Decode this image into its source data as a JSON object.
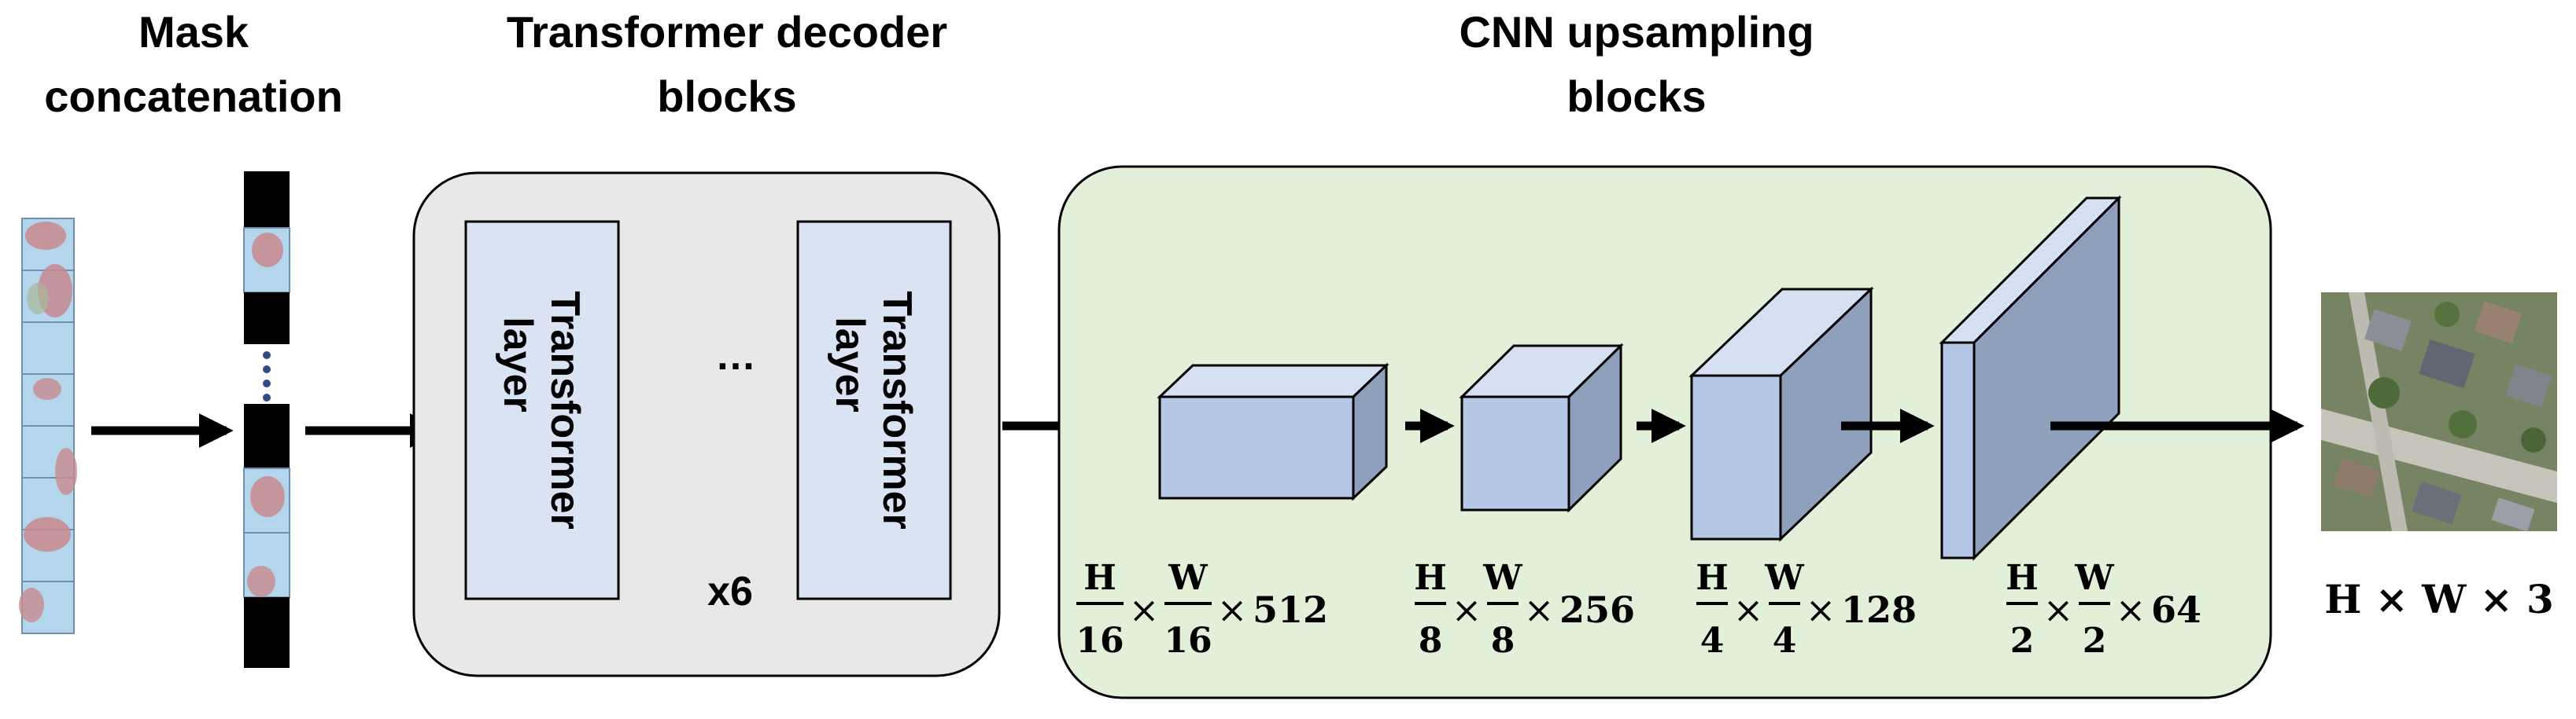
{
  "titles": {
    "mask_line1": "Mask",
    "mask_line2": "concatenation",
    "decoder_line1": "Transformer decoder",
    "decoder_line2": "blocks",
    "cnn_line1": "CNN upsampling",
    "cnn_line2": "blocks"
  },
  "decoder": {
    "layer_line1": "Transformer",
    "layer_line2": "layer",
    "ellipsis": "…",
    "repeat": "x6"
  },
  "upsampling": [
    {
      "h_num": "H",
      "h_den": "16",
      "w_num": "W",
      "w_den": "16",
      "channels": "512"
    },
    {
      "h_num": "H",
      "h_den": "8",
      "w_num": "W",
      "w_den": "8",
      "channels": "256"
    },
    {
      "h_num": "H",
      "h_den": "4",
      "w_num": "W",
      "w_den": "4",
      "channels": "128"
    },
    {
      "h_num": "H",
      "h_den": "2",
      "w_num": "W",
      "w_den": "2",
      "channels": "64"
    }
  ],
  "output_label": "H × W × 3",
  "colors": {
    "decoder_panel": "#e8e8e8",
    "cnn_panel": "#e2efd9",
    "layer_box": "#dae3f3",
    "cube_front": "#b4c7e7",
    "cube_top": "#d6e0f3",
    "cube_side": "#8fa0bd"
  }
}
